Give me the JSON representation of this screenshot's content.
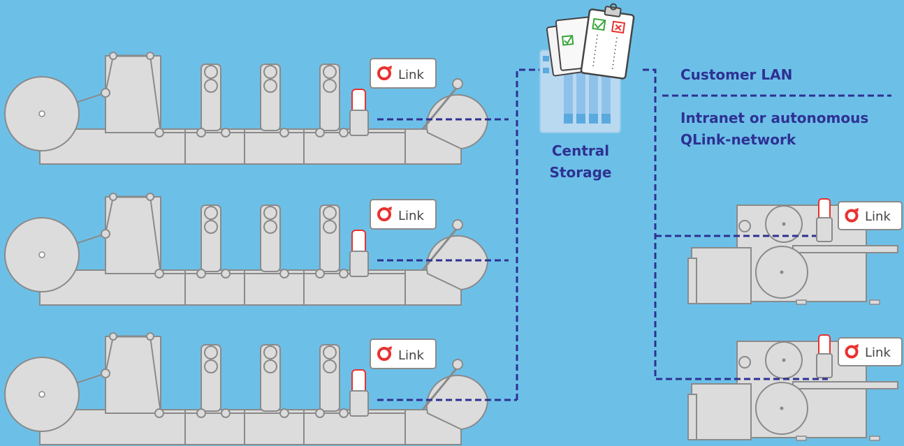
{
  "storage": {
    "label_line1": "Central",
    "label_line2": "Storage"
  },
  "legend": {
    "customer_lan": "Customer LAN",
    "intranet_line1": "Intranet or autonomous",
    "intranet_line2": "QLink-network"
  },
  "qlink_badge": "Link",
  "colors": {
    "background": "#6cc0e8",
    "machine_fill": "#dcdcdc",
    "machine_stroke": "#8a8a8a",
    "network_line": "#2e3192",
    "qlink_red": "#e8312f"
  }
}
